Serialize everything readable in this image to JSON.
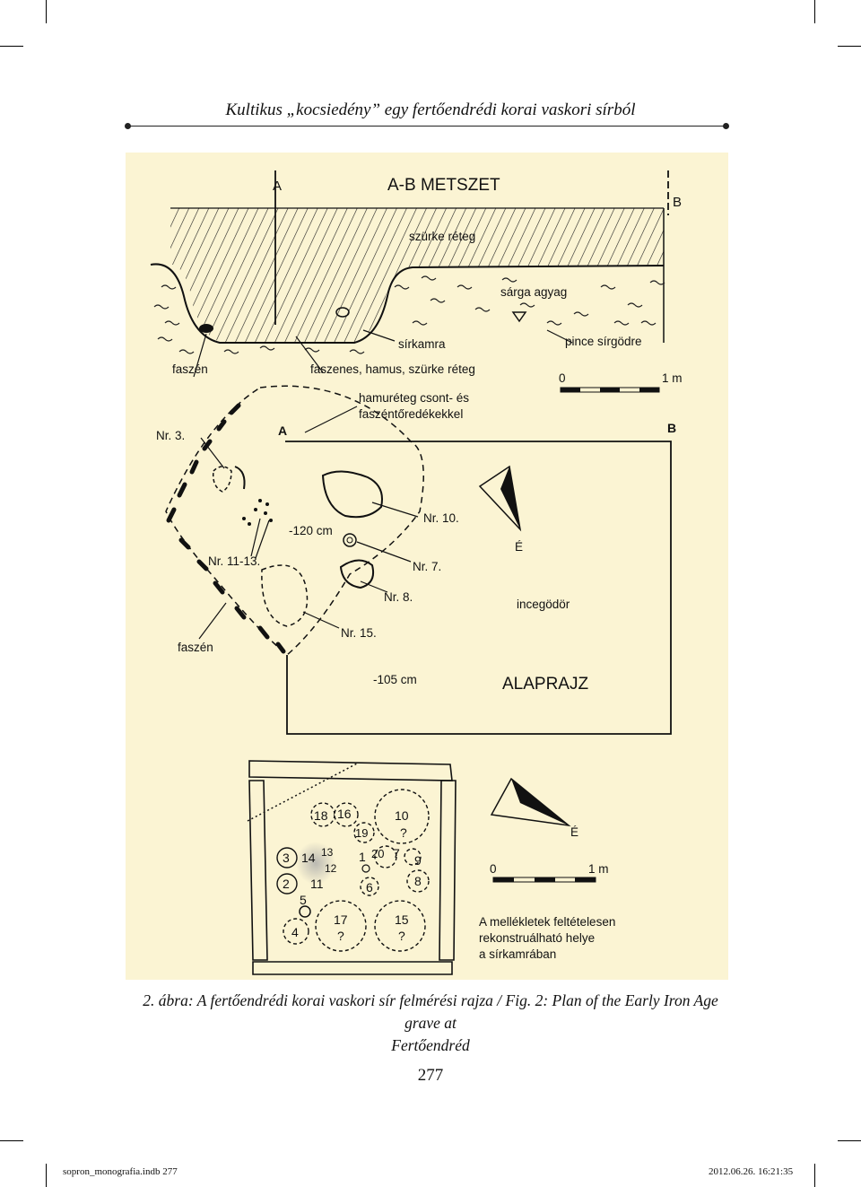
{
  "running_head": "Kultikus „kocsiedény” egy fertőendrédi korai vaskori sírból",
  "figure": {
    "section": {
      "title": "A-B METSZET",
      "marker_a": "A",
      "marker_b": "B",
      "layer_grey": "szürke réteg",
      "layer_yellow_clay": "sárga agyag",
      "grave_chamber": "sírkamra",
      "cellar_pit": "pince sírgödre",
      "charcoal": "faszén",
      "charcoal_layer": "faszenes, hamus, szürke réteg",
      "scale_start": "0",
      "scale_end": "1 m"
    },
    "plan": {
      "title": "ALAPRAJZ",
      "ash_layer_line1": "hamuréteg csont- és",
      "ash_layer_line2": "faszéntőredékekkel",
      "marker_a": "A",
      "marker_b": "B",
      "nr3": "Nr. 3.",
      "nr10": "Nr. 10.",
      "nr7": "Nr. 7.",
      "nr8": "Nr. 8.",
      "nr15": "Nr. 15.",
      "nr11_13": "Nr. 11-13.",
      "depth_120": "-120 cm",
      "depth_105": "-105 cm",
      "charcoal": "faszén",
      "cellar_pit": "incegödör",
      "north": "É"
    },
    "reconstruction": {
      "north": "É",
      "scale_start": "0",
      "scale_end": "1 m",
      "note_line1": "A mellékletek feltételesen",
      "note_line2": "rekonstruálható helye",
      "note_line3": "a sírkamrában",
      "items": [
        "18",
        "16",
        "19",
        "10",
        "?",
        "3",
        "14",
        "13",
        "12",
        "1",
        "20",
        "7",
        "9",
        "8",
        "2",
        "11",
        "6",
        "5",
        "4",
        "17",
        "?",
        "15",
        "?"
      ]
    }
  },
  "caption": {
    "line1": "2. ábra: A fertőendrédi korai vaskori sír felmérési rajza / Fig. 2: Plan of the Early Iron Age grave at",
    "line2": "Fertőendréd"
  },
  "page_number": "277",
  "footer": {
    "file": "sopron_monografia.indb  277",
    "timestamp": "2012.06.26.   16:21:35"
  }
}
